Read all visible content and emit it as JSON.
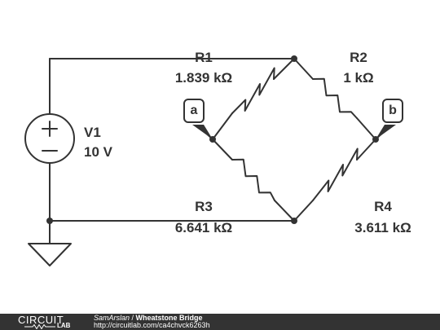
{
  "circuit": {
    "source": {
      "name": "V1",
      "value": "10 V"
    },
    "resistors": {
      "r1": {
        "name": "R1",
        "value": "1.839 kΩ"
      },
      "r2": {
        "name": "R2",
        "value": "1 kΩ"
      },
      "r3": {
        "name": "R3",
        "value": "6.641 kΩ"
      },
      "r4": {
        "name": "R4",
        "value": "3.611 kΩ"
      }
    },
    "probes": {
      "a": "a",
      "b": "b"
    }
  },
  "footer": {
    "logo_top": "CIRCUIT",
    "logo_bottom": "LAB",
    "author": "SamArslan",
    "separator": " / ",
    "title": "Wheatstone Bridge",
    "url": "http://circuitlab.com/ca4chvck6263h"
  },
  "colors": {
    "wire": "#333333",
    "footer_bg": "#333333",
    "footer_text": "#ffffff"
  }
}
